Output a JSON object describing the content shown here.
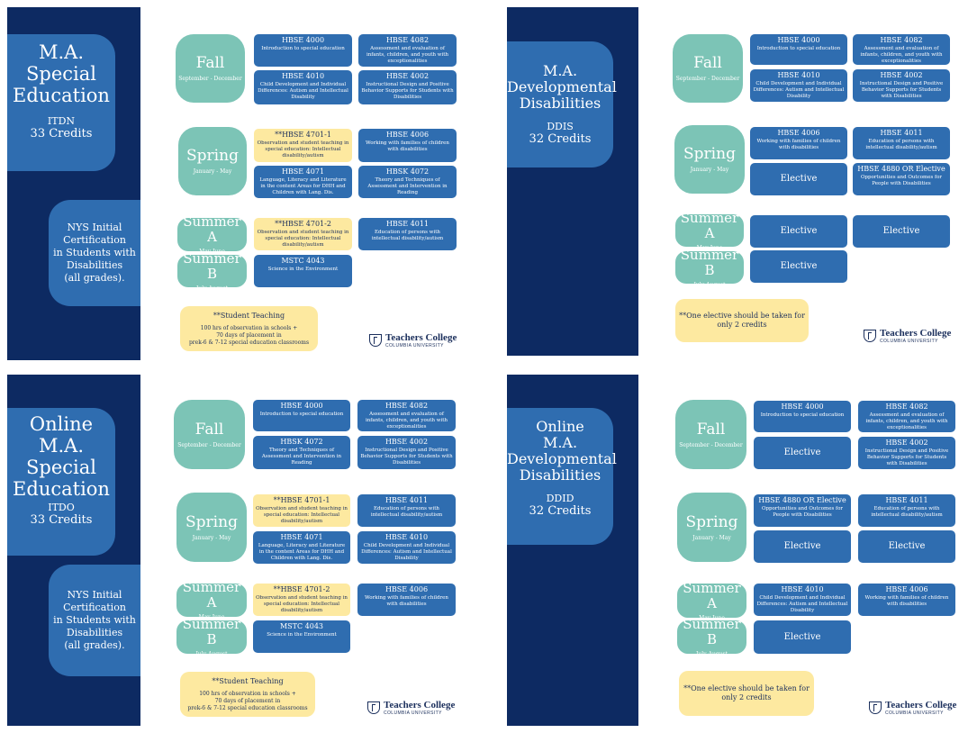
{
  "logo": {
    "name": "Teachers College",
    "sub": "COLUMBIA UNIVERSITY"
  },
  "panels": [
    {
      "title": "M.A.\nSpecial\nEducation",
      "code": "ITDN",
      "credits": "33 Credits",
      "certification": "NYS Initial\nCertification\nin Students with\nDisabilities\n(all grades).",
      "seasons": {
        "fall": {
          "name": "Fall",
          "dates": "September - December"
        },
        "spring": {
          "name": "Spring",
          "dates": "January - May"
        },
        "summer_a": {
          "name": "Summer A",
          "dates": "May-June"
        },
        "summer_b": {
          "name": "Summer B",
          "dates": "July-August"
        }
      },
      "courses": {
        "fall_1": {
          "code": "HBSE 4000",
          "desc": "Introduction to special education"
        },
        "fall_2": {
          "code": "HBSE 4082",
          "desc": "Assessment and evaluation of infants, children, and youth with exceptionalities"
        },
        "fall_3": {
          "code": "HBSE 4010",
          "desc": "Child Development and Individual Differences: Autism and Intellectual Disability"
        },
        "fall_4": {
          "code": "HBSE 4002",
          "desc": "Instructional Design and Positive Behavior Supports for Students with Disabilities"
        },
        "spring_1": {
          "code": "**HBSE 4701-1",
          "desc": "Observation and student teaching in special education: Intellectual disability/autism"
        },
        "spring_2": {
          "code": "HBSE 4006",
          "desc": "Working with families of children with disabilities"
        },
        "spring_3": {
          "code": "HBSE 4071",
          "desc": "Language, Literacy and Literature in the content Areas for DHH and Children with Lang. Dis."
        },
        "spring_4": {
          "code": "HBSK 4072",
          "desc": "Theory and Techniques of Assessment and Intervention in Reading"
        },
        "suma_1": {
          "code": "**HBSE 4701-2",
          "desc": "Observation and student teaching in special education: Intellectual disability/autism"
        },
        "suma_2": {
          "code": "HBSE 4011",
          "desc": "Education of persons with intellectual disability/autism"
        },
        "sumb_1": {
          "code": "MSTC 4043",
          "desc": "Science in the Environment"
        }
      },
      "note": {
        "title": "**Student Teaching",
        "body": "100 hrs of observation in  schools +\n70  days  of placement in\nprek-6 & 7-12 special education classrooms"
      }
    },
    {
      "title": "M.A.\nDevelopmental\nDisabilities",
      "code": "DDIS",
      "credits": "32 Credits",
      "seasons": {
        "fall": {
          "name": "Fall",
          "dates": "September - December"
        },
        "spring": {
          "name": "Spring",
          "dates": "January - May"
        },
        "summer_a": {
          "name": "Summer A",
          "dates": "May-June"
        },
        "summer_b": {
          "name": "Summer B",
          "dates": "July-August"
        }
      },
      "courses": {
        "fall_1": {
          "code": "HBSE 4000",
          "desc": "Introduction to special education"
        },
        "fall_2": {
          "code": "HBSE 4082",
          "desc": "Assessment and evaluation of infants, children, and youth with exceptionalities"
        },
        "fall_3": {
          "code": "HBSE 4010",
          "desc": "Child Development and Individual Differences: Autism and Intellectual Disability"
        },
        "fall_4": {
          "code": "HBSE 4002",
          "desc": "Instructional Design and Positive Behavior Supports for Students with Disabilities"
        },
        "spring_1": {
          "code": "HBSE 4006",
          "desc": "Working with families of children with disabilities"
        },
        "spring_2": {
          "code": "HBSE 4011",
          "desc": "Education of persons with intellectual disability/autism"
        },
        "spring_3": {
          "code": "Elective"
        },
        "spring_4": {
          "code": "HBSE 4880 OR Elective",
          "desc": "Opportunities and Outcomes for People with Disabilities"
        },
        "suma_1": {
          "code": "Elective"
        },
        "suma_2": {
          "code": "Elective"
        },
        "sumb_1": {
          "code": "Elective"
        }
      },
      "elective_note": "**One elective should be taken for\nonly 2 credits"
    },
    {
      "title": "Online\nM.A.\nSpecial\nEducation",
      "code": "ITDO",
      "credits": "33 Credits",
      "certification": "NYS Initial\nCertification\nin Students with\nDisabilities\n(all grades).",
      "seasons": {
        "fall": {
          "name": "Fall",
          "dates": "September - December"
        },
        "spring": {
          "name": "Spring",
          "dates": "January - May"
        },
        "summer_a": {
          "name": "Summer A",
          "dates": "May-June"
        },
        "summer_b": {
          "name": "Summer B",
          "dates": "July-August"
        }
      },
      "courses": {
        "fall_1": {
          "code": "HBSE 4000",
          "desc": "Introduction to special education"
        },
        "fall_2": {
          "code": "HBSE 4082",
          "desc": "Assessment and evaluation of infants, children, and youth with exceptionalities"
        },
        "fall_3": {
          "code": "HBSK 4072",
          "desc": "Theory and Techniques of Assessment and Intervention in Reading"
        },
        "fall_4": {
          "code": "HBSE 4002",
          "desc": "Instructional Design and Positive Behavior Supports for Students with Disabilities"
        },
        "spring_1": {
          "code": "**HBSE 4701-1",
          "desc": "Observation and student teaching in special education: Intellectual disability/autism"
        },
        "spring_2": {
          "code": "HBSE 4011",
          "desc": "Education of persons with intellectual disability/autism"
        },
        "spring_3": {
          "code": "HBSE 4071",
          "desc": "Language, Literacy and Literature in the content Areas for DHH and Children with Lang. Dis."
        },
        "spring_4": {
          "code": "HBSE 4010",
          "desc": "Child Development and Individual Differences: Autism and Intellectual Disability"
        },
        "suma_1": {
          "code": "**HBSE 4701-2",
          "desc": "Observation and student teaching in special education: Intellectual disability/autism"
        },
        "suma_2": {
          "code": "HBSE 4006",
          "desc": "Working with families of children with disabilities"
        },
        "sumb_1": {
          "code": "MSTC 4043",
          "desc": "Science in the Environment"
        }
      },
      "note": {
        "title": "**Student Teaching",
        "body": "100 hrs of observation in  schools +\n70  days  of placement in\nprek-6 & 7-12 special education classrooms"
      }
    },
    {
      "title": "Online\nM.A.\nDevelopmental\nDisabilities",
      "code": "DDID",
      "credits": "32 Credits",
      "seasons": {
        "fall": {
          "name": "Fall",
          "dates": "September - December"
        },
        "spring": {
          "name": "Spring",
          "dates": "January - May"
        },
        "summer_a": {
          "name": "Summer A",
          "dates": "May-June"
        },
        "summer_b": {
          "name": "Summer B",
          "dates": "July-August"
        }
      },
      "courses": {
        "fall_1": {
          "code": "HBSE 4000",
          "desc": "Introduction to special education"
        },
        "fall_2": {
          "code": "HBSE 4082",
          "desc": "Assessment and evaluation of infants, children, and youth with exceptionalities"
        },
        "fall_3": {
          "code": "Elective"
        },
        "fall_4": {
          "code": "HBSE 4002",
          "desc": "Instructional Design and Positive Behavior Supports for Students with Disabilities"
        },
        "spring_1": {
          "code": "HBSE 4880 OR Elective",
          "desc": "Opportunities and Outcomes for People with Disabilities"
        },
        "spring_2": {
          "code": "HBSE 4011",
          "desc": "Education of persons with intellectual disability/autism"
        },
        "spring_3": {
          "code": "Elective"
        },
        "spring_4": {
          "code": "Elective"
        },
        "suma_1": {
          "code": "HBSE 4010",
          "desc": "Child Development and Individual Differences: Autism and Intellectual Disability"
        },
        "suma_2": {
          "code": "HBSE 4006",
          "desc": "Working with families of children with disabilities"
        },
        "sumb_1": {
          "code": "Elective"
        }
      },
      "elective_note": "**One elective should be taken for\nonly 2 credits"
    }
  ]
}
